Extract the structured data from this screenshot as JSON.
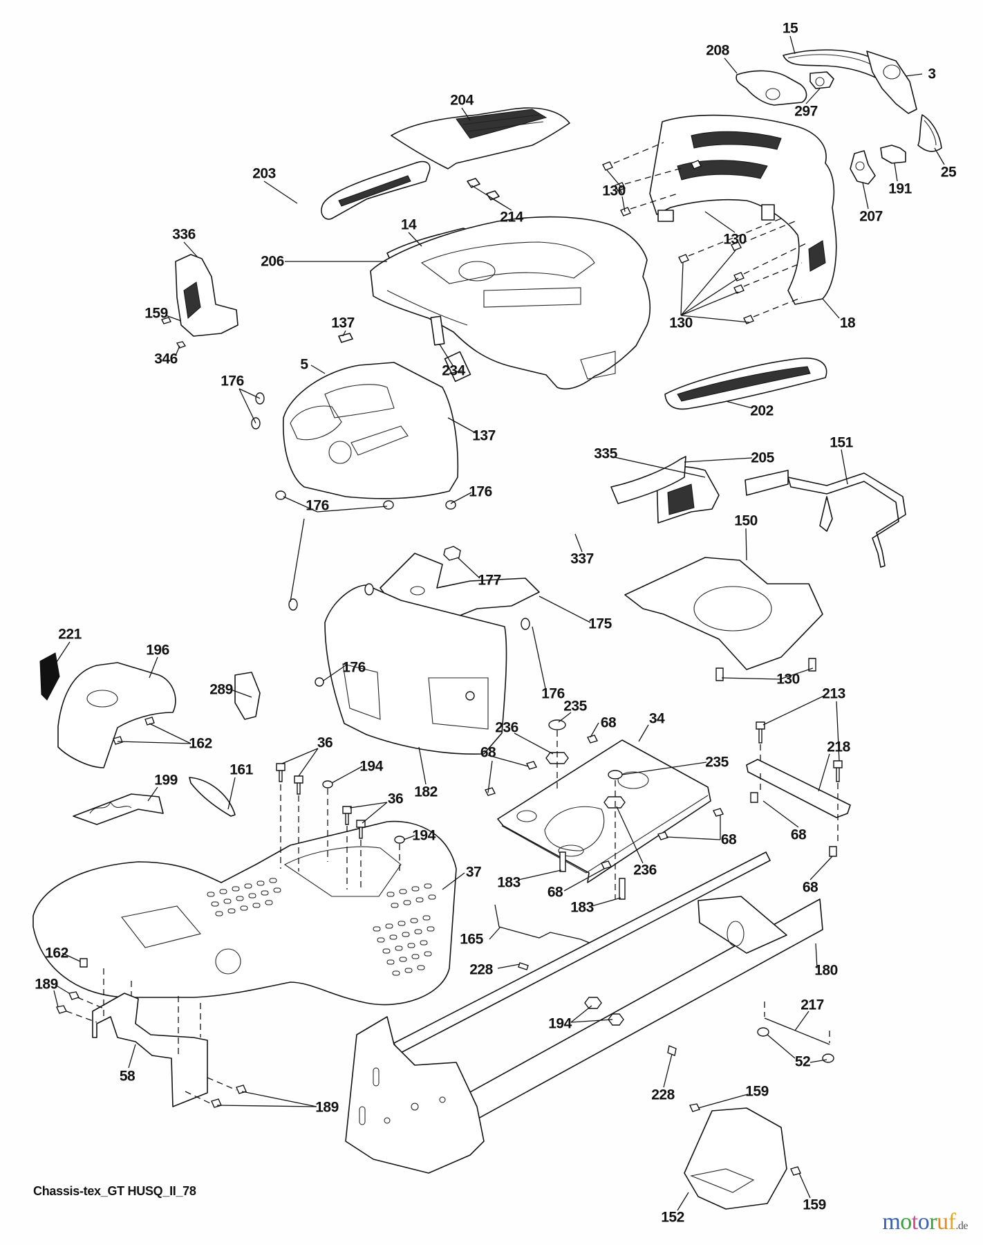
{
  "diagram": {
    "type": "exploded-parts-diagram",
    "caption": "Chassis-tex_GT HUSQ_II_78",
    "watermark": {
      "letters": [
        {
          "char": "m",
          "color": "#3a5fb0"
        },
        {
          "char": "o",
          "color": "#3aa03a"
        },
        {
          "char": "t",
          "color": "#d2488a"
        },
        {
          "char": "o",
          "color": "#3a5fb0"
        },
        {
          "char": "r",
          "color": "#3aa03a"
        },
        {
          "char": "u",
          "color": "#e28a1e"
        },
        {
          "char": "f",
          "color": "#e2a81e"
        }
      ],
      "tld": ".de"
    },
    "part_labels": [
      {
        "id": "p15",
        "number": "15"
      },
      {
        "id": "p208",
        "number": "208"
      },
      {
        "id": "p3",
        "number": "3"
      },
      {
        "id": "p297",
        "number": "297"
      },
      {
        "id": "p204",
        "number": "204"
      },
      {
        "id": "p25",
        "number": "25"
      },
      {
        "id": "p191",
        "number": "191"
      },
      {
        "id": "p207",
        "number": "207"
      },
      {
        "id": "p130a",
        "number": "130"
      },
      {
        "id": "p130b",
        "number": "130"
      },
      {
        "id": "p130c",
        "number": "130"
      },
      {
        "id": "p203",
        "number": "203"
      },
      {
        "id": "p214",
        "number": "214"
      },
      {
        "id": "p14",
        "number": "14"
      },
      {
        "id": "p336",
        "number": "336"
      },
      {
        "id": "p206",
        "number": "206"
      },
      {
        "id": "p18",
        "number": "18"
      },
      {
        "id": "p159a",
        "number": "159"
      },
      {
        "id": "p346",
        "number": "346"
      },
      {
        "id": "p137a",
        "number": "137"
      },
      {
        "id": "p234",
        "number": "234"
      },
      {
        "id": "p5",
        "number": "5"
      },
      {
        "id": "p176a",
        "number": "176"
      },
      {
        "id": "p202",
        "number": "202"
      },
      {
        "id": "p137b",
        "number": "137"
      },
      {
        "id": "p335",
        "number": "335"
      },
      {
        "id": "p205",
        "number": "205"
      },
      {
        "id": "p151",
        "number": "151"
      },
      {
        "id": "p176b",
        "number": "176"
      },
      {
        "id": "p176c",
        "number": "176"
      },
      {
        "id": "p150",
        "number": "150"
      },
      {
        "id": "p337",
        "number": "337"
      },
      {
        "id": "p177",
        "number": "177"
      },
      {
        "id": "p175",
        "number": "175"
      },
      {
        "id": "p221",
        "number": "221"
      },
      {
        "id": "p196",
        "number": "196"
      },
      {
        "id": "p176d",
        "number": "176"
      },
      {
        "id": "p289",
        "number": "289"
      },
      {
        "id": "p176e",
        "number": "176"
      },
      {
        "id": "p130d",
        "number": "130"
      },
      {
        "id": "p235a",
        "number": "235"
      },
      {
        "id": "p213",
        "number": "213"
      },
      {
        "id": "p68a",
        "number": "68"
      },
      {
        "id": "p34",
        "number": "34"
      },
      {
        "id": "p236a",
        "number": "236"
      },
      {
        "id": "p162a",
        "number": "162"
      },
      {
        "id": "p218",
        "number": "218"
      },
      {
        "id": "p68b",
        "number": "68"
      },
      {
        "id": "p235b",
        "number": "235"
      },
      {
        "id": "p182",
        "number": "182"
      },
      {
        "id": "p36a",
        "number": "36"
      },
      {
        "id": "p194a",
        "number": "194"
      },
      {
        "id": "p161",
        "number": "161"
      },
      {
        "id": "p199",
        "number": "199"
      },
      {
        "id": "p36b",
        "number": "36"
      },
      {
        "id": "p194b",
        "number": "194"
      },
      {
        "id": "p68c",
        "number": "68"
      },
      {
        "id": "p68d",
        "number": "68"
      },
      {
        "id": "p37",
        "number": "37"
      },
      {
        "id": "p236b",
        "number": "236"
      },
      {
        "id": "p183a",
        "number": "183"
      },
      {
        "id": "p68e",
        "number": "68"
      },
      {
        "id": "p68f",
        "number": "68"
      },
      {
        "id": "p183b",
        "number": "183"
      },
      {
        "id": "p165",
        "number": "165"
      },
      {
        "id": "p162b",
        "number": "162"
      },
      {
        "id": "p228a",
        "number": "228"
      },
      {
        "id": "p180",
        "number": "180"
      },
      {
        "id": "p189a",
        "number": "189"
      },
      {
        "id": "p194c",
        "number": "194"
      },
      {
        "id": "p217",
        "number": "217"
      },
      {
        "id": "p52",
        "number": "52"
      },
      {
        "id": "p58",
        "number": "58"
      },
      {
        "id": "p189b",
        "number": "189"
      },
      {
        "id": "p228b",
        "number": "228"
      },
      {
        "id": "p159b",
        "number": "159"
      },
      {
        "id": "p152",
        "number": "152"
      },
      {
        "id": "p159c",
        "number": "159"
      }
    ]
  }
}
